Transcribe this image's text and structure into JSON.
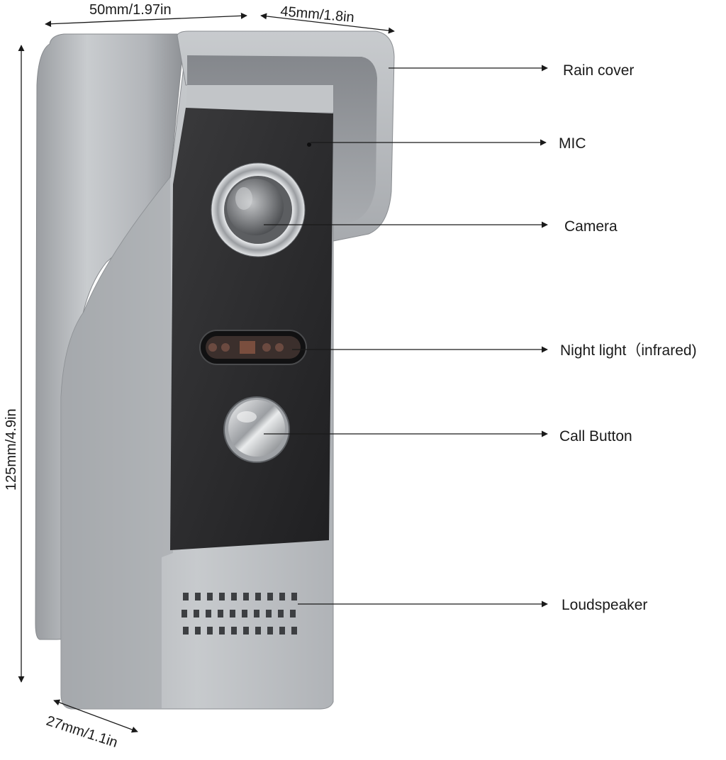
{
  "dimensions": {
    "top_width": "50mm/1.97in",
    "top_depth": "45mm/1.8in",
    "height": "125mm/4.9in",
    "bottom_depth": "27mm/1.1in"
  },
  "callouts": {
    "rain_cover": "Rain cover",
    "mic": "MIC",
    "camera": "Camera",
    "night_light": "Night light（infrared)",
    "call_button": "Call Button",
    "loudspeaker": "Loudspeaker"
  },
  "colors": {
    "housing": "#b9bcc0",
    "housing_shadow": "#8f9296",
    "panel": "#2b2b2d",
    "chrome": "#d8dadc",
    "ink": "#1a1a1a"
  }
}
